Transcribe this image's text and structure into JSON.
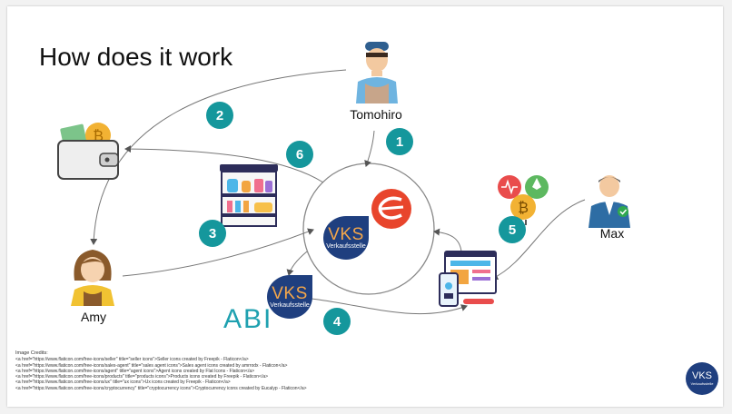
{
  "title": "How does it work",
  "actors": {
    "tomohiro": "Tomohiro",
    "amy": "Amy",
    "max": "Max"
  },
  "steps": [
    "1",
    "2",
    "3",
    "4",
    "5",
    "6"
  ],
  "logos": {
    "vks_text": "VKS",
    "vks_subtext": "Verkaufsstelle",
    "abi_text": "ABI"
  },
  "credits": {
    "heading": "Image Credits:",
    "lines": [
      "<a href=\"https://www.flaticon.com/free-icons/seller\" title=\"seller icons\">Seller icons created by Freepik - Flaticon</a>",
      "<a href=\"https://www.flaticon.com/free-icons/sales-agent\" title=\"sales agent icons\">Sales agent icons created by amrrodx - Flaticon</a>",
      "<a href=\"https://www.flaticon.com/free-icons/agent\" title=\"agent icons\">Agent icons created by Flat Icons - Flaticon</a>",
      "<a href=\"https://www.flaticon.com/free-icons/products\" title=\"products icons\">Products icons created by Freepik - Flaticon</a>",
      "<a href=\"https://www.flaticon.com/free-icons/ux\" title=\"ux icons\">Ux icons created by Freepik - Flaticon</a>",
      "<a href=\"https://www.flaticon.com/free-icons/cryptocurrency\" title=\"cryptocurrency icons\">Cryptocurrency icons created by Eucalyp - Flaticon</a>"
    ]
  },
  "colors": {
    "badge": "#15979c",
    "vks_blue": "#1f3f7f",
    "vks_orange": "#f4a64a",
    "accent_red": "#e8452c",
    "abi_teal": "#1fa1b0"
  }
}
